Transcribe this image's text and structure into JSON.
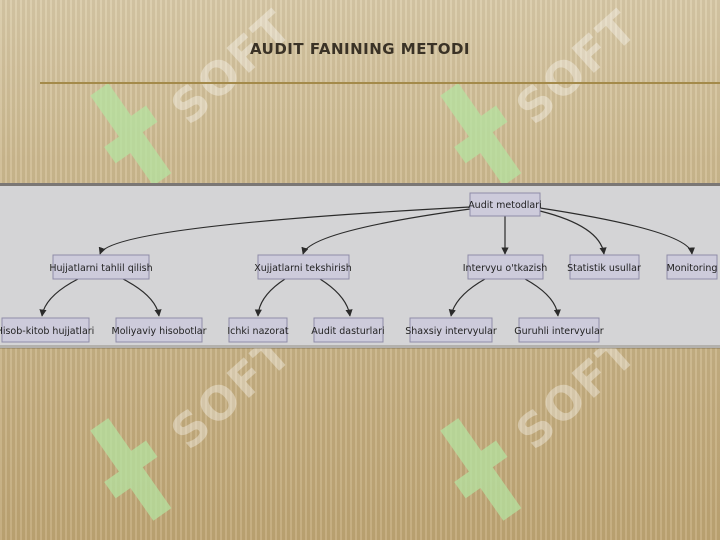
{
  "slide": {
    "title": "AUDIT FANINING METODI",
    "accent_color": "#a48a4a",
    "band_color": "#d4d4d6",
    "node_fill": "#cdcbdb",
    "node_border": "#8f8ca8"
  },
  "watermark": {
    "text": "SOFT",
    "icon": "soft-logo-icon",
    "color": "#b5e3a0"
  },
  "diagram": {
    "root": "Audit metodlari",
    "level1": [
      "Hujjatlarni tahlil qilish",
      "Xujjatlarni tekshirish",
      "Intervyu o'tkazish",
      "Statistik usullar",
      "Monitoring"
    ],
    "level2": {
      "Hujjatlarni tahlil qilish": [
        "Hisob-kitob hujjatlari",
        "Moliyaviy hisobotlar"
      ],
      "Xujjatlarni tekshirish": [
        "Ichki nazorat",
        "Audit dasturlari"
      ],
      "Intervyu o'tkazish": [
        "Shaxsiy intervyular",
        "Guruhli intervyular"
      ]
    }
  }
}
